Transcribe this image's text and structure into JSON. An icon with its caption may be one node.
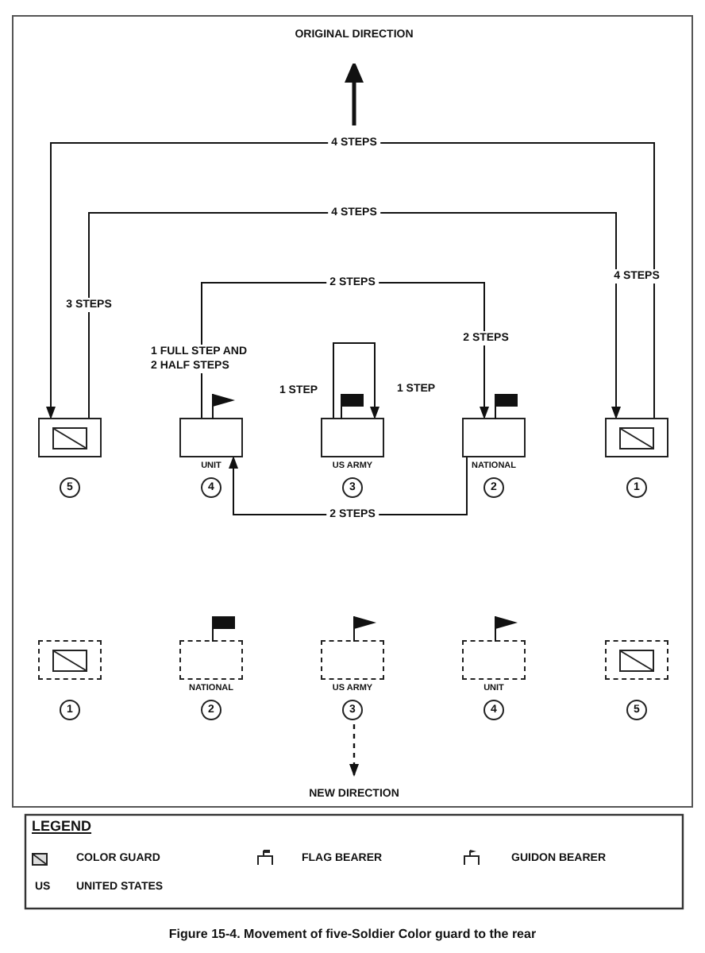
{
  "diagram": {
    "caption": "Figure 15-4. Movement of five-Soldier Color guard to the rear",
    "nodes": [
      {
        "text": [],
        "shape": "box",
        "beside": [
          "5"
        ]
      },
      {
        "text": [],
        "shape": "box",
        "beside": [
          "UNIT",
          "4"
        ]
      },
      {
        "text": [],
        "shape": "box",
        "beside": [
          "US ARMY",
          "3"
        ]
      },
      {
        "text": [],
        "shape": "box",
        "beside": [
          "NATIONAL",
          "2"
        ]
      },
      {
        "text": [],
        "shape": "box",
        "beside": [
          "1"
        ]
      },
      {
        "text": [],
        "shape": "box",
        "beside": [
          "1"
        ]
      },
      {
        "text": [],
        "shape": "box",
        "beside": [
          "NATIONAL",
          "2"
        ]
      },
      {
        "text": [],
        "shape": "box",
        "beside": [
          "US ARMY",
          "3"
        ]
      },
      {
        "text": [],
        "shape": "box",
        "beside": [
          "UNIT",
          "4"
        ]
      },
      {
        "text": [],
        "shape": "box",
        "beside": [
          "5"
        ]
      }
    ],
    "edges": [
      {
        "from": 4,
        "to": 0,
        "arrow": "to",
        "label": "4 STEPS"
      },
      {
        "from": 0,
        "to": 4,
        "arrow": "to",
        "label": "4 STEPS"
      },
      {
        "from": 1,
        "to": 3,
        "arrow": "to",
        "label": "2 STEPS"
      },
      {
        "from": 2,
        "to": 2,
        "arrow": "to",
        "label": "1 STEP"
      },
      {
        "from": 3,
        "to": 1,
        "arrow": "to",
        "label": "2 STEPS"
      }
    ],
    "labels": [
      "ORIGINAL DIRECTION",
      "4 STEPS",
      "3 STEPS",
      "1 FULL STEP AND 2 HALF STEPS",
      "2 STEPS",
      "1 STEP",
      "NEW DIRECTION",
      "LEGEND",
      "US",
      "UNITED STATES"
    ],
    "legend": [
      {
        "text": "COLOR GUARD"
      },
      {
        "text": "FLAG BEARER"
      },
      {
        "text": "GUIDON BEARER"
      }
    ]
  }
}
